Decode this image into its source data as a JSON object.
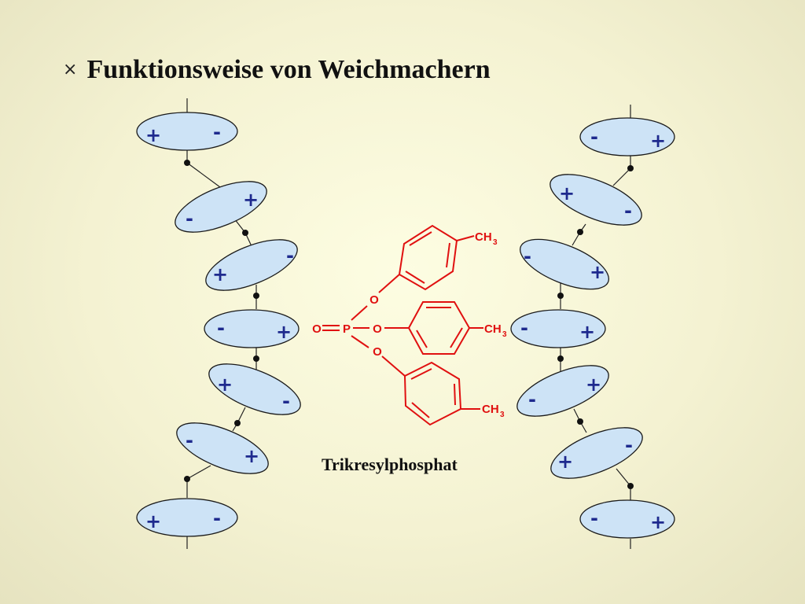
{
  "title": "Funktionsweise von Weichmachern",
  "bullet": "×",
  "molecule": {
    "caption": "Trikresylphosphat",
    "o_double": "O",
    "phosphorus": "P",
    "o_top": "O",
    "o_mid": "O",
    "o_bottom": "O",
    "methyl_top": "CH",
    "methyl_mid": "CH",
    "methyl_bottom": "CH",
    "subscript": "3"
  },
  "left_chain": {
    "units": [
      {
        "a": "+",
        "b": "-"
      },
      {
        "a": "-",
        "b": "+"
      },
      {
        "a": "+",
        "b": "-"
      },
      {
        "a": "-",
        "b": "+"
      },
      {
        "a": "+",
        "b": "-"
      },
      {
        "a": "-",
        "b": "+"
      },
      {
        "a": "+",
        "b": "-"
      }
    ]
  },
  "right_chain": {
    "units": [
      {
        "a": "-",
        "b": "+"
      },
      {
        "a": "+",
        "b": "-"
      },
      {
        "a": "-",
        "b": "+"
      },
      {
        "a": "-",
        "b": "+"
      },
      {
        "a": "-",
        "b": "+"
      },
      {
        "a": "+",
        "b": "-"
      },
      {
        "a": "-",
        "b": "+"
      }
    ]
  },
  "colors": {
    "ellipse_fill": "#cde3f6",
    "charge_color": "#1e2a8e",
    "molecule_color": "#e01010"
  }
}
